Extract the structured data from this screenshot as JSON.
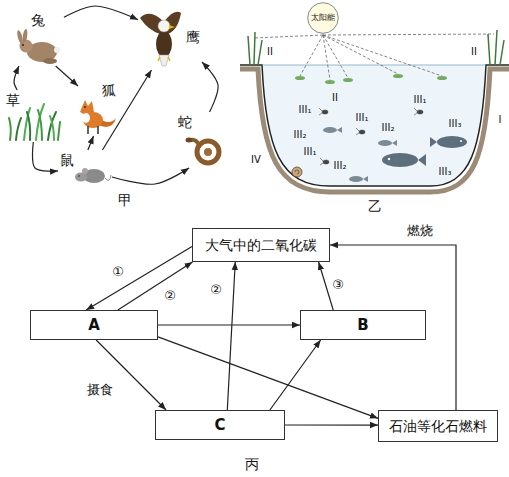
{
  "diagram": {
    "nodes": [
      {
        "text": [
          "兔"
        ]
      },
      {
        "text": [
          "鹰"
        ]
      },
      {
        "text": [
          "草"
        ]
      },
      {
        "text": [
          "狐"
        ]
      },
      {
        "text": [
          "鼠"
        ]
      },
      {
        "text": [
          "蛇"
        ]
      },
      {
        "text": [
          "太阳能"
        ]
      },
      {
        "text": [
          "大气中的二氧化碳"
        ]
      },
      {
        "text": [
          "A"
        ]
      },
      {
        "text": [
          "B"
        ]
      },
      {
        "text": [
          "C"
        ]
      },
      {
        "text": [
          "石油等化石燃料"
        ]
      }
    ],
    "edges": [
      {
        "from": 2,
        "to": 0,
        "arrow": "to"
      },
      {
        "from": 2,
        "to": 4,
        "arrow": "to"
      },
      {
        "from": 0,
        "to": 3,
        "arrow": "to"
      },
      {
        "from": 0,
        "to": 1,
        "arrow": "to"
      },
      {
        "from": 4,
        "to": 3,
        "arrow": "to"
      },
      {
        "from": 4,
        "to": 1,
        "arrow": "to"
      },
      {
        "from": 4,
        "to": 5,
        "arrow": "to"
      },
      {
        "from": 5,
        "to": 1,
        "arrow": "to"
      },
      {
        "from": 7,
        "to": 8,
        "label": "①",
        "arrow": "to"
      },
      {
        "from": 8,
        "to": 7,
        "label": "②",
        "arrow": "to"
      },
      {
        "from": 10,
        "to": 7,
        "label": "②",
        "arrow": "to"
      },
      {
        "from": 9,
        "to": 7,
        "label": "③",
        "arrow": "to"
      },
      {
        "from": 8,
        "to": 9,
        "arrow": "to"
      },
      {
        "from": 8,
        "to": 10,
        "label": "摄食",
        "arrow": "to"
      },
      {
        "from": 8,
        "to": 11,
        "arrow": "to"
      },
      {
        "from": 10,
        "to": 9,
        "arrow": "to"
      },
      {
        "from": 10,
        "to": 11,
        "arrow": "to"
      },
      {
        "from": 11,
        "to": 7,
        "label": "燃烧",
        "arrow": "to"
      }
    ],
    "labels": [
      "甲",
      "II",
      "II",
      "II",
      "III₁",
      "III₁",
      "III₂",
      "III₁",
      "III₃",
      "III₂",
      "III₁",
      "III₂",
      "III₃",
      "IV",
      "I",
      "乙",
      "丙"
    ]
  }
}
